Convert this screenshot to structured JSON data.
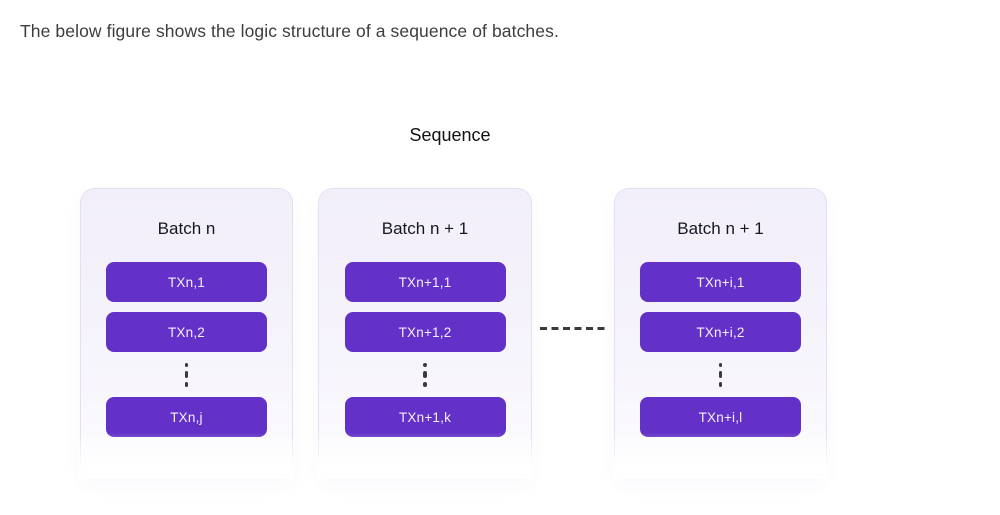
{
  "caption": "The below figure shows the logic structure of a sequence of batches.",
  "sequence_label": "Sequence",
  "batches": [
    {
      "title": "Batch n",
      "transactions": [
        "TXn,1",
        "TXn,2",
        "TXn,j"
      ]
    },
    {
      "title": "Batch n + 1",
      "transactions": [
        "TXn+1,1",
        "TXn+1,2",
        "TXn+1,k"
      ]
    },
    {
      "title": "Batch n + 1",
      "transactions": [
        "TXn+i,1",
        "TXn+i,2",
        "TXn+i,l"
      ]
    }
  ],
  "colors": {
    "transaction_box": "#6431c8",
    "card_background_top": "#f2effb",
    "card_border": "#e4dff3",
    "caption_text": "#3d3d40",
    "dash_line": "#3a3a3c"
  }
}
